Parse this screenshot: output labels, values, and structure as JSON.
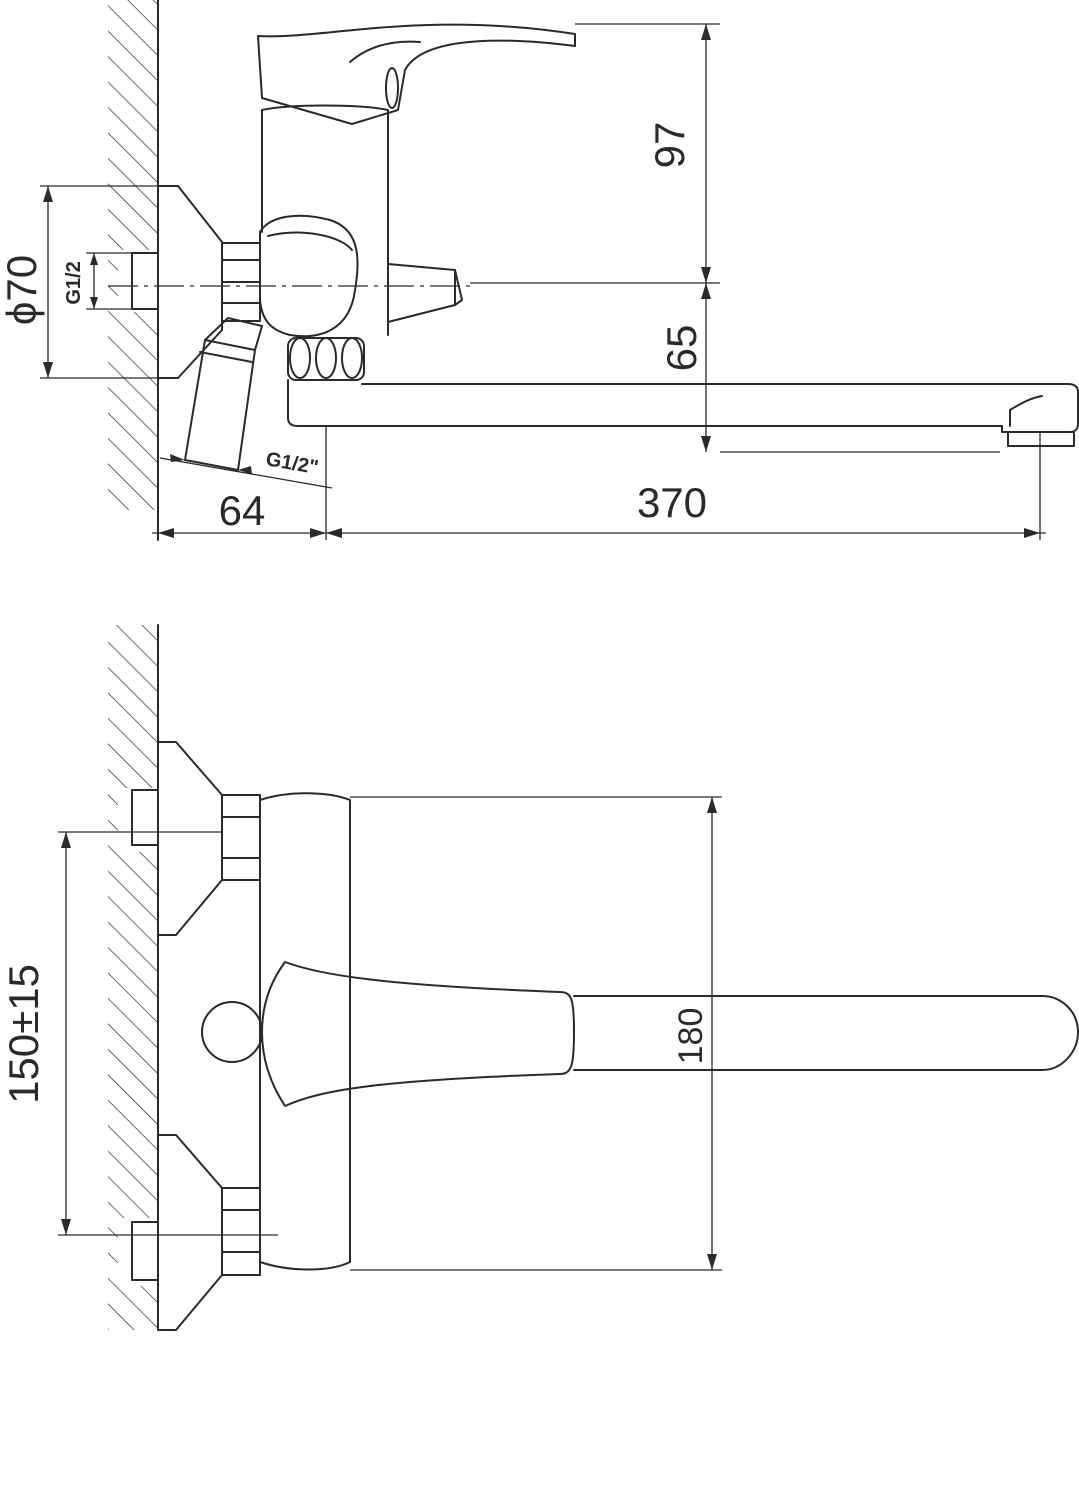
{
  "side_view": {
    "dim_height_upper": "97",
    "dim_height_lower": "65",
    "dim_diameter": "ϕ70",
    "dim_thread_inlet": "G1/2",
    "dim_thread_outlet": "G1/2\"",
    "dim_depth": "64",
    "dim_spout_reach": "370"
  },
  "front_view": {
    "dim_center_distance": "150±15",
    "dim_height": "180"
  },
  "colors": {
    "line": "#2a2a2a",
    "background": "#ffffff"
  }
}
